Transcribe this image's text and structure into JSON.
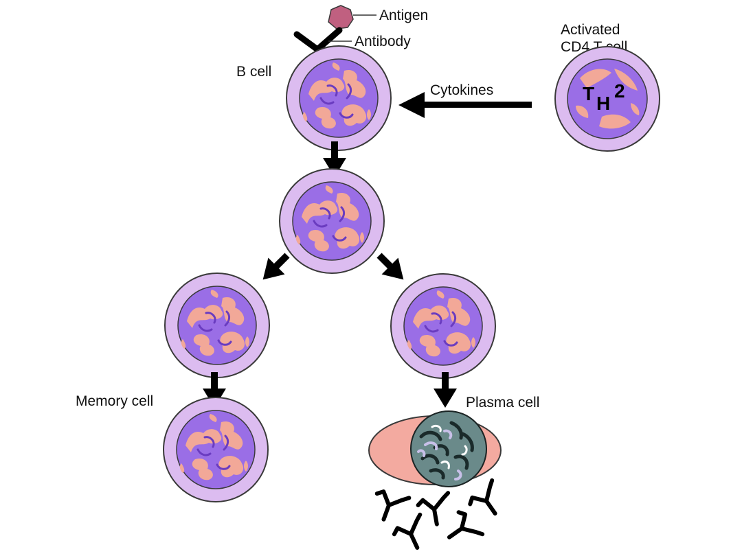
{
  "labels": {
    "antigen": "Antigen",
    "antibody": "Antibody",
    "b_cell": "B cell",
    "activated_line1": "Activated",
    "activated_line2": "CD4 T cell",
    "cytokines": "Cytokines",
    "memory_cell": "Memory cell",
    "plasma_cell": "Plasma cell"
  },
  "th_cell": {
    "letter_t": "T",
    "letter_h": "H",
    "number": "2"
  },
  "colors": {
    "cell_membrane": "#dcbcf0",
    "cell_outline": "#3a3a3a",
    "nucleus": "#9a6ee6",
    "nucleus_pattern": "#f2a898",
    "antigen": "#c06080",
    "plasma_cytoplasm": "#f3aaa0",
    "plasma_nucleus": "#6a8a8a",
    "arrow": "#000000"
  }
}
